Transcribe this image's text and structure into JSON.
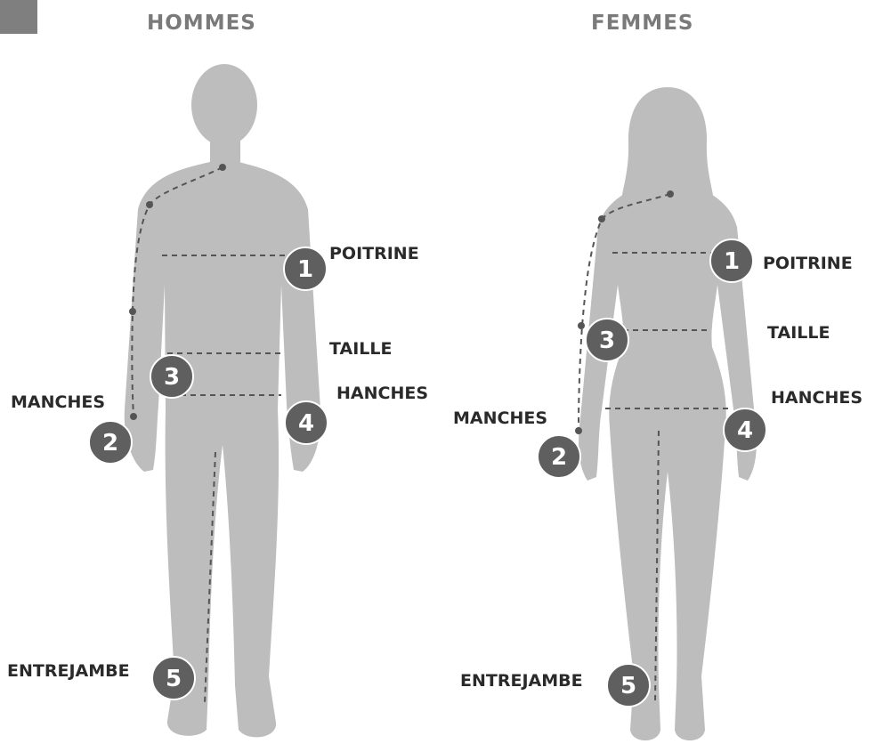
{
  "headings": {
    "men": "HOMMES",
    "women": "FEMMES"
  },
  "men": {
    "labels": {
      "chest": "POITRINE",
      "waist": "TAILLE",
      "hips": "HANCHES",
      "sleeves": "MANCHES",
      "inseam": "ENTREJAMBE"
    },
    "numbers": {
      "chest": "1",
      "sleeves": "2",
      "waist": "3",
      "hips": "4",
      "inseam": "5"
    }
  },
  "women": {
    "labels": {
      "chest": "POITRINE",
      "waist": "TAILLE",
      "hips": "HANCHES",
      "sleeves": "MANCHES",
      "inseam": "ENTREJAMBE"
    },
    "numbers": {
      "chest": "1",
      "sleeves": "2",
      "waist": "3",
      "hips": "4",
      "inseam": "5"
    }
  },
  "colors": {
    "silhouette": "#bdbdbd",
    "badge": "#5f5f5f",
    "measure_line": "#555555",
    "heading": "#7a7a7a",
    "corner_block": "#7f7f7f"
  }
}
